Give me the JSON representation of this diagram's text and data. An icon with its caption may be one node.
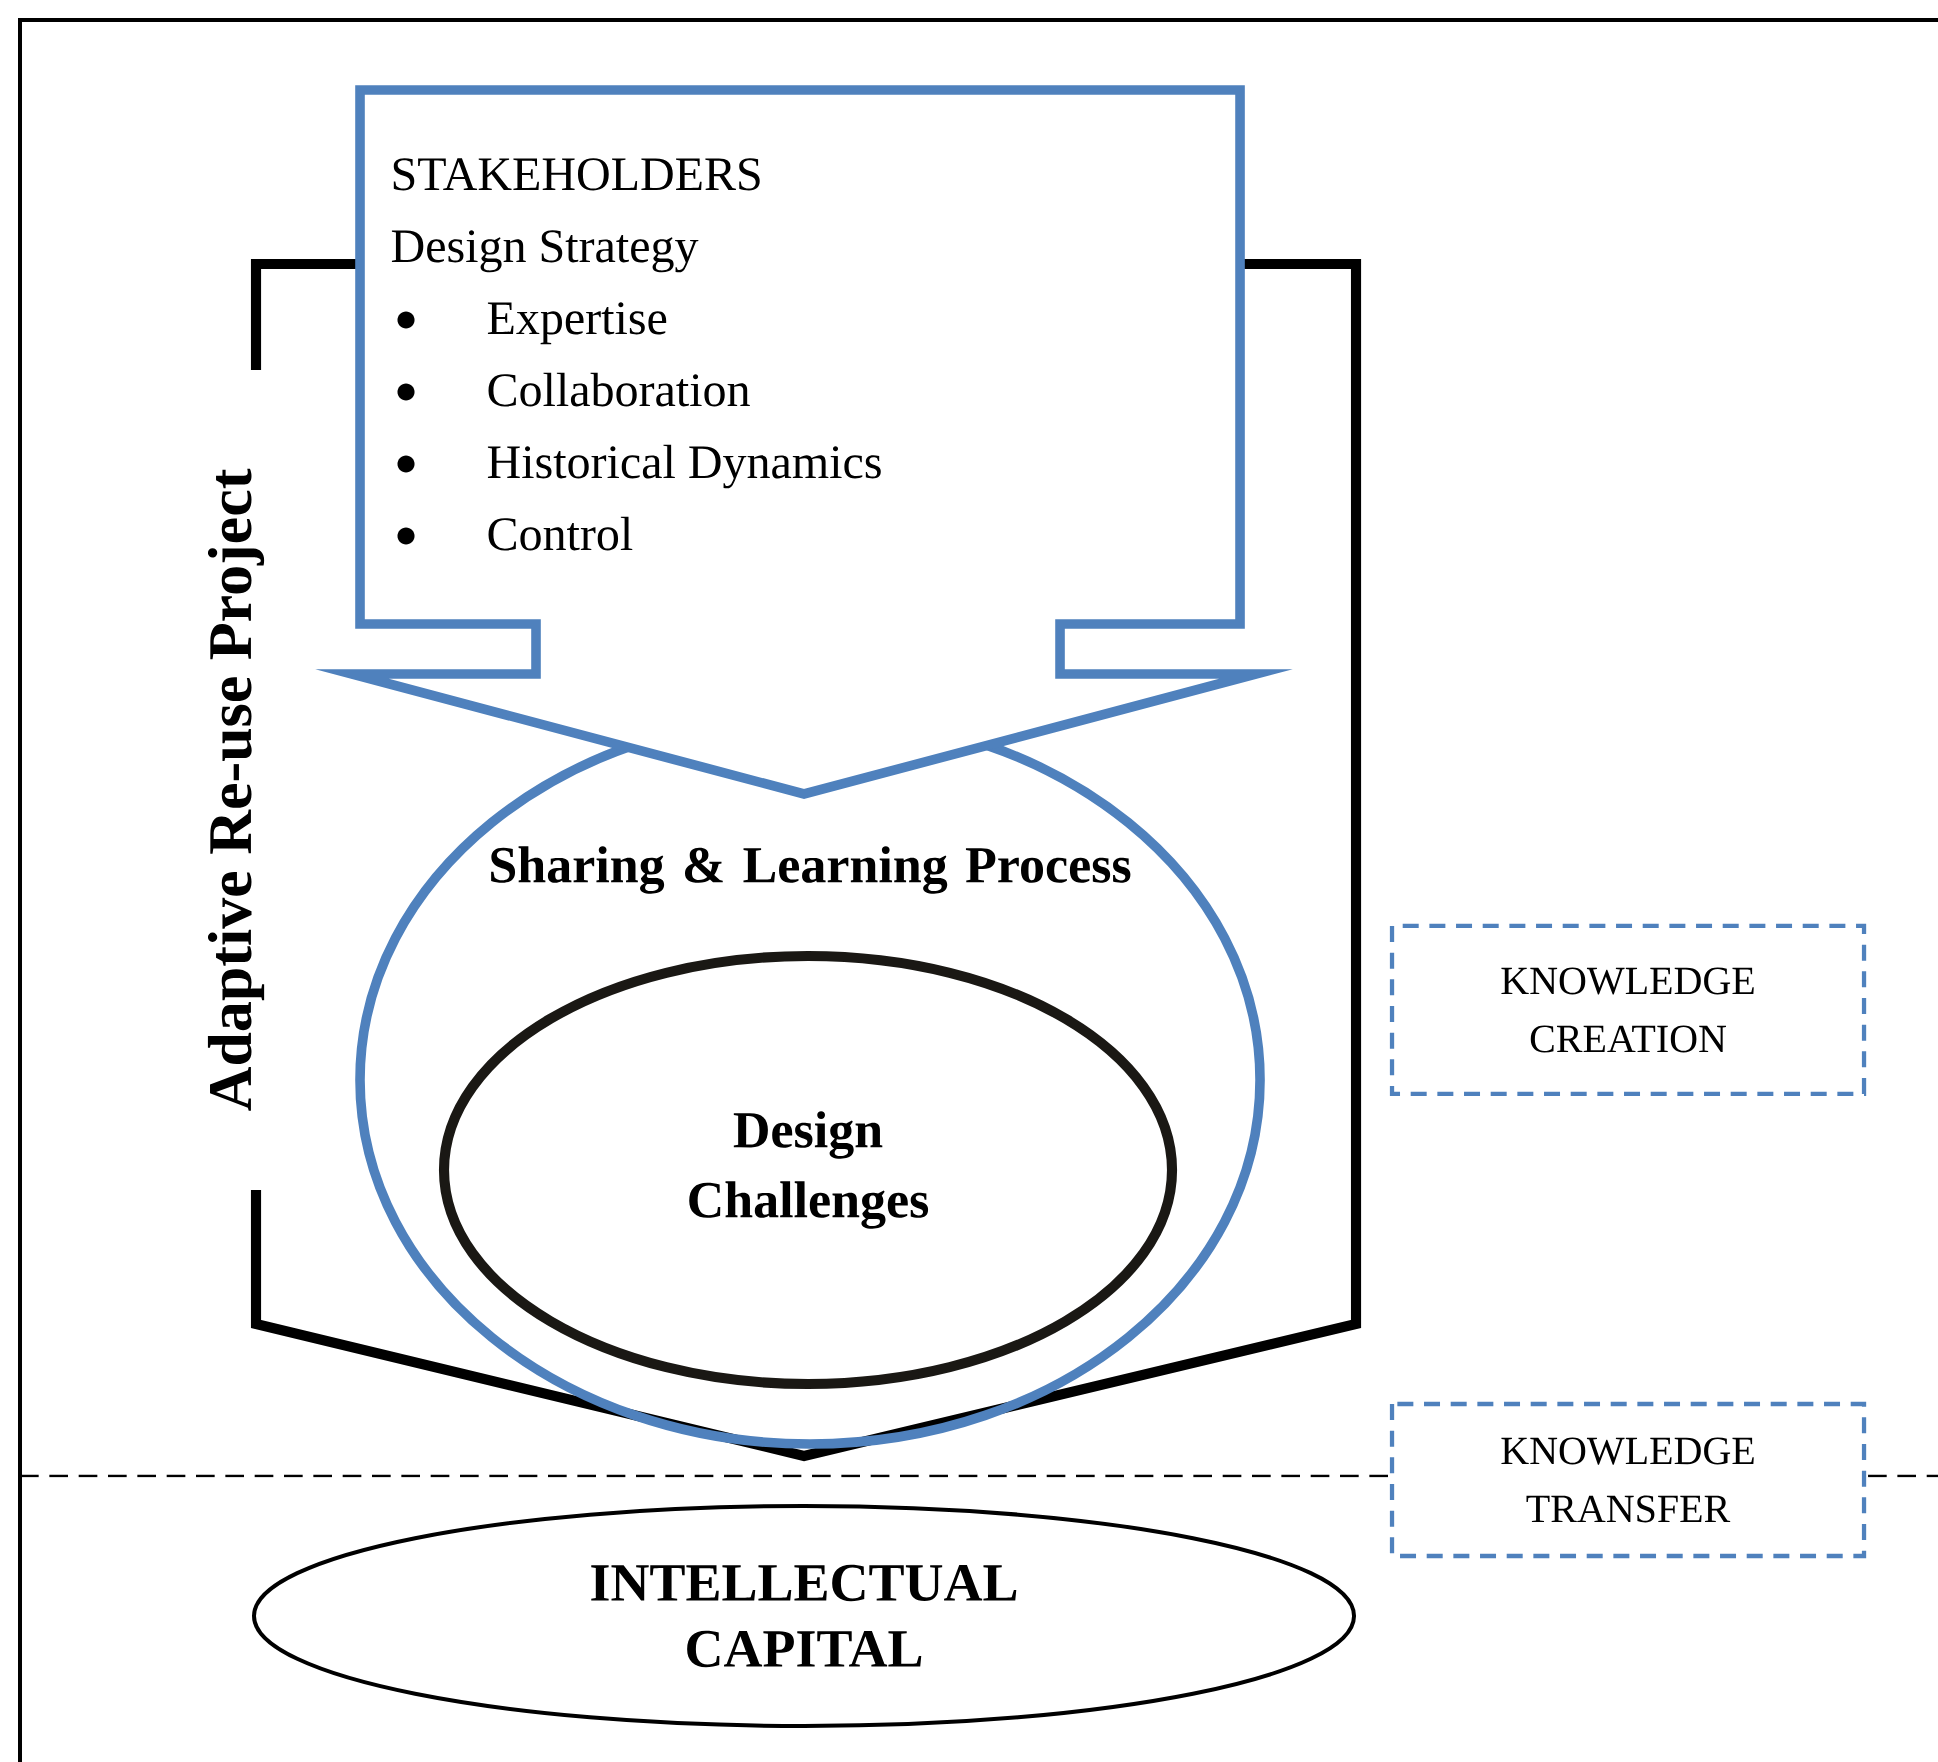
{
  "diagram": {
    "nodes": [
      {
        "text": [
          "Adaptive Re-use Project"
        ]
      },
      {
        "text": [
          "STAKEHOLDERS",
          "Design Strategy",
          "Expertise",
          "Collaboration",
          "Historical Dynamics",
          "Control"
        ]
      },
      {
        "text": [
          "Sharing & Learning Process"
        ],
        "in": 0
      },
      {
        "text": [
          "Design Challenges"
        ],
        "in": 2
      },
      {
        "text": [
          "KNOWLEDGE CREATION"
        ]
      },
      {
        "text": [
          "KNOWLEDGE TRANSFER"
        ]
      },
      {
        "text": [
          "INTELLECTUAL CAPITAL"
        ]
      }
    ]
  }
}
